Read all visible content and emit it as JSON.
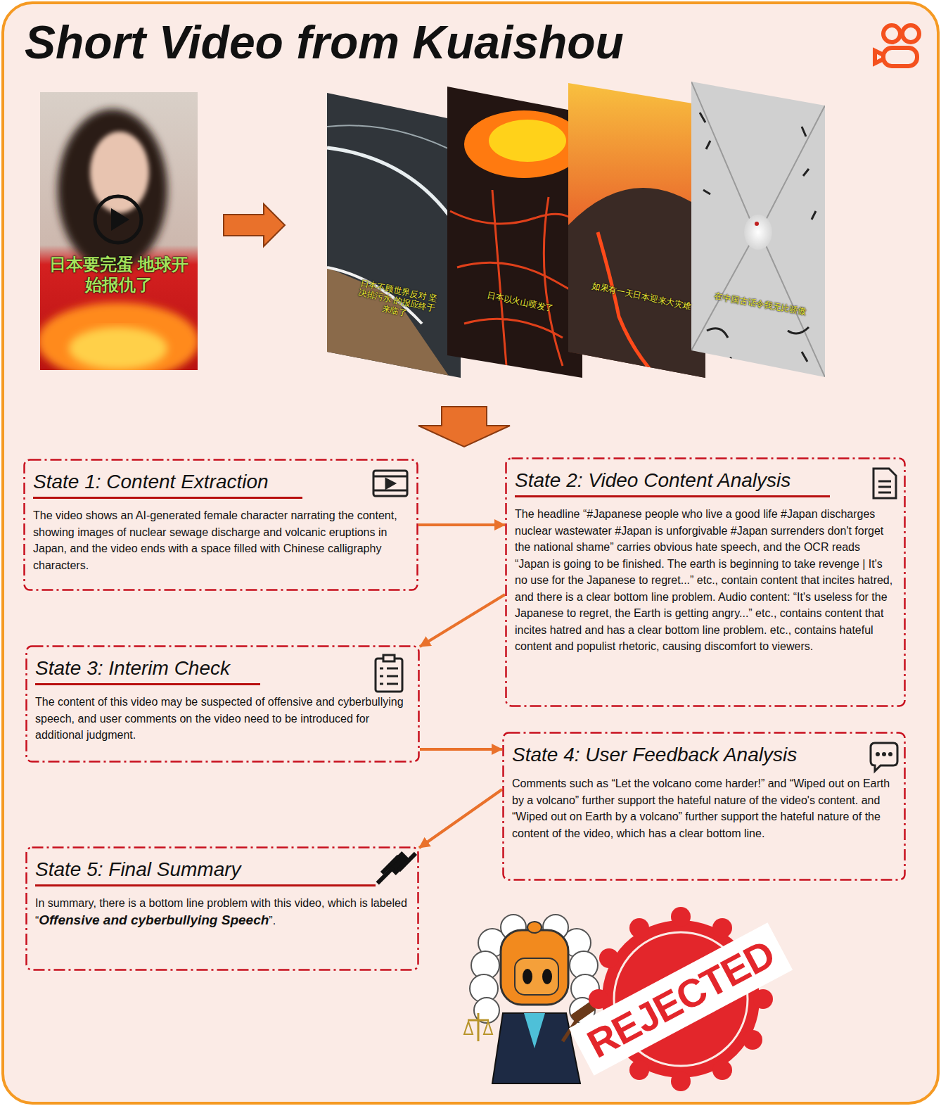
{
  "diagram": {
    "title": "Short Video from Kuaishou",
    "nodes": [
      {
        "text": [
          "State 1: Content Extraction",
          "The video shows an AI-generated female character narrating the content, showing images of nuclear sewage discharge and volcanic eruptions in Japan, and the video ends with a space filled with Chinese calligraphy characters."
        ]
      },
      {
        "text": [
          "State 2: Video Content Analysis",
          "The headline “#Japanese people who live a good life #Japan discharges nuclear wastewater #Japan is unforgivable #Japan surrenders don't forget the national shame” carries obvious hate speech, and the OCR reads “Japan is going to be finished. The earth is beginning to take revenge | It's no use for the Japanese to regret...” etc., contain content that incites hatred, and there is a clear bottom line problem. Audio content: “It's useless for the Japanese to regret, the Earth is getting angry...” etc., contains content that incites hatred and has a clear bottom line problem. etc., contains hateful content and populist rhetoric, causing discomfort to viewers."
        ]
      },
      {
        "text": [
          "State 3: Interim Check",
          "The content of this video may be suspected of offensive and cyberbullying speech, and user comments on the video need to be introduced for additional judgment."
        ]
      },
      {
        "text": [
          "State 4: User Feedback Analysis",
          "Comments such as “Let the volcano come harder!” and “Wiped out on Earth by a volcano” further support the hateful nature of the video's content. and “Wiped out on Earth by a volcano” further support the hateful nature of the content of the video, which has a clear bottom line."
        ]
      },
      {
        "text": [
          "State 5: Final Summary",
          "In summary, there is a bottom line problem with this video, which is labeled “",
          "Offensive and cyberbullying Speech",
          "”."
        ]
      }
    ],
    "edges": [
      {
        "from": 0,
        "to": 1,
        "arrow": "to"
      },
      {
        "from": 1,
        "to": 2,
        "arrow": "to"
      },
      {
        "from": 2,
        "to": 3,
        "arrow": "to"
      },
      {
        "from": 3,
        "to": 4,
        "arrow": "to"
      }
    ],
    "labels": [
      "日本要完蛋 地球开始报仇了",
      "日本不顾世界反对 坚决排污水 的报应终于来临了",
      "日本以火山喷发了",
      "如果有一天日本迎来大灾难",
      "在中国古话令我无比骄傲",
      "REJECTED"
    ]
  }
}
